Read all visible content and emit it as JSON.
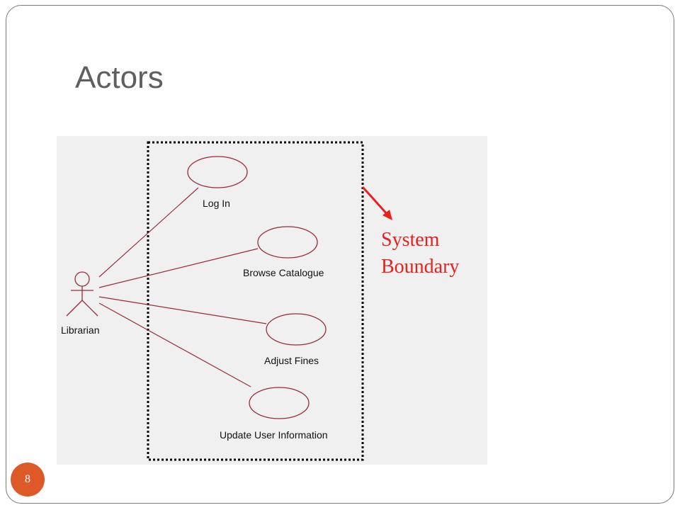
{
  "slide": {
    "title": "Actors",
    "page_number": "8"
  },
  "diagram": {
    "actor": {
      "label": "Librarian"
    },
    "use_cases": [
      {
        "label": "Log In"
      },
      {
        "label": "Browse Catalogue"
      },
      {
        "label": "Adjust Fines"
      },
      {
        "label": "Update User Information"
      }
    ],
    "annotation": {
      "line1": "System",
      "line2": "Boundary"
    }
  },
  "colors": {
    "accent": "#dd5a28",
    "annotation": "#e8211d",
    "line": "#9c2a3a",
    "title": "#5f5f5f"
  }
}
